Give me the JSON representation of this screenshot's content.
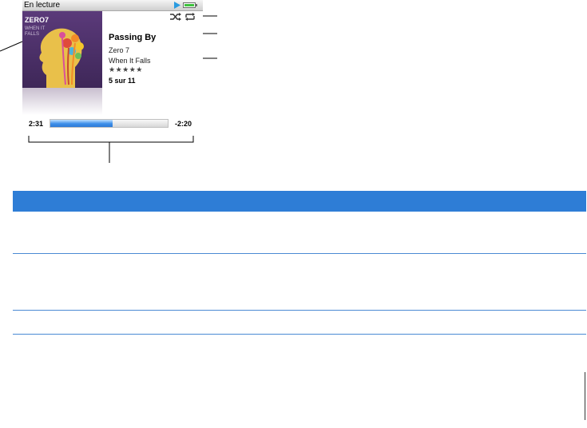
{
  "status_bar": {
    "title": "En lecture"
  },
  "album_art": {
    "brand": "ZERO7",
    "title_line1": "WHEN IT",
    "title_line2": "FALLS"
  },
  "song": {
    "title": "Passing By",
    "artist": "Zero 7",
    "album": "When It Falls",
    "rating_stars": "★★★★★",
    "track_position": "5 sur 11"
  },
  "progress": {
    "elapsed": "2:31",
    "remaining": "-2:20",
    "fraction": 0.53
  },
  "icons": {
    "shuffle": "shuffle-icon",
    "repeat": "repeat-icon",
    "play": "play-icon",
    "battery": "battery-icon"
  },
  "colors": {
    "table_header": "#2e7dd6",
    "row_separator": "#4a8ad4",
    "progress_fill": "#3d8fea",
    "battery_fill": "#3ec23e",
    "play_icon": "#2a9be0"
  }
}
